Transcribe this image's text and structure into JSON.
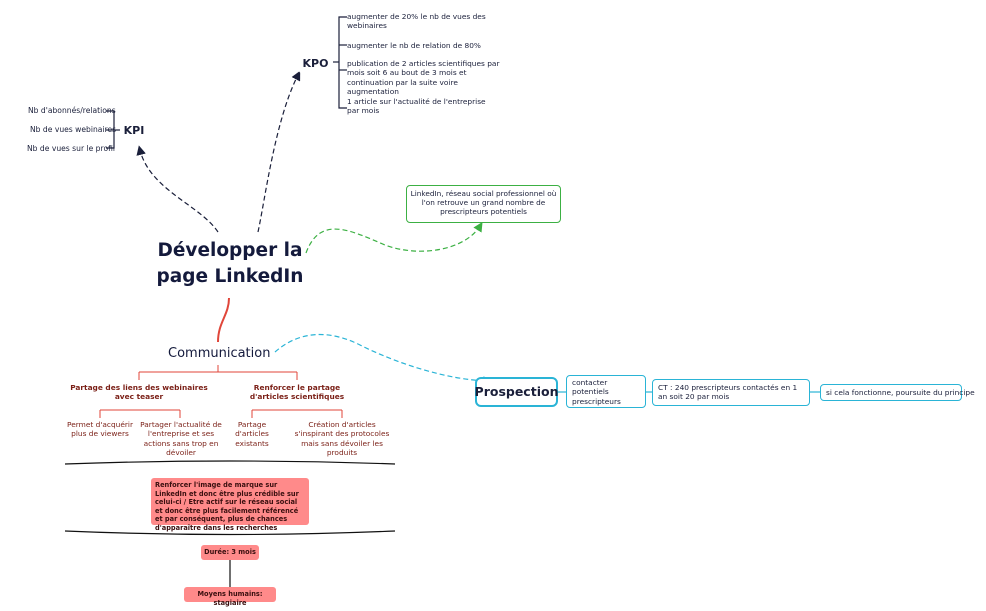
{
  "central": {
    "title": "Développer la page LinkedIn"
  },
  "kpi": {
    "label": "KPI",
    "items": [
      "Nb d'abonnés/relations",
      "Nb de vues webinaires",
      "Nb de vues sur le profil"
    ]
  },
  "kpo": {
    "label": "KPO",
    "items": [
      "augmenter de  20% le nb de vues des webinaires",
      "augmenter le nb de relation de 80%",
      "publication de 2 articles scientifiques par mois soit 6 au bout de 3 mois et continuation par la suite voire augmentation",
      "1 article sur l'actualité de l'entreprise par mois"
    ]
  },
  "linkedin_note": "LinkedIn, réseau social professionnel où l'on retrouve un grand nombre de prescripteurs potentiels",
  "communication": {
    "label": "Communication",
    "branch1": {
      "title": "Partage des liens des webinaires avec teaser",
      "subs": [
        "Permet d'acquérir plus de viewers",
        "Partager l'actualité de l'entreprise et ses actions sans trop en dévoiler"
      ]
    },
    "branch2": {
      "title": "Renforcer le partage d'articles scientifiques",
      "subs": [
        "Partage d'articles existants",
        "Création d'articles s'inspirant des protocoles mais sans dévoiler les produits"
      ]
    },
    "summary": "Renforcer l'image de marque sur LinkedIn et donc être plus crédible sur celui-ci / Etre actif sur le réseau social et donc être plus facilement référencé et par conséquent, plus de chances d'apparaître dans les recherches",
    "duration": "Durée: 3 mois",
    "resources": "Moyens humains: stagiaire"
  },
  "prospection": {
    "label": "Prospection",
    "step1": "contacter potentiels prescripteurs",
    "step2": "CT : 240 prescripteurs contactés en 1 an soit 20 par mois",
    "step3": "si cela fonctionne, poursuite du principe"
  },
  "colors": {
    "dark": "#1a1f3a",
    "green": "#3cb043",
    "cyan": "#2ab4d6",
    "red": "#e0463a",
    "pink": "#ff8a8a"
  }
}
